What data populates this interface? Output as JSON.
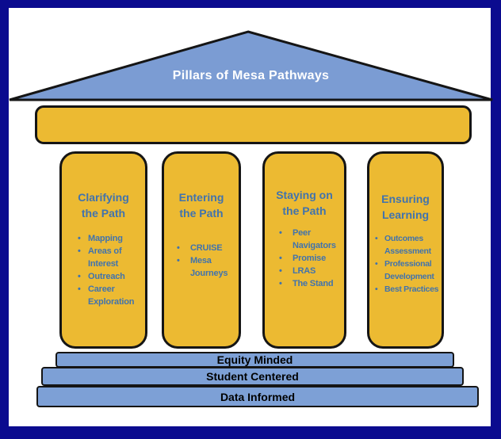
{
  "title": "Pillars of Mesa Pathways",
  "pillars": [
    {
      "title": "Clarifying the Path",
      "title_lines": [
        "Clarifying",
        "the Path"
      ],
      "items": [
        "Mapping",
        "Areas of Interest",
        "Outreach",
        "Career Exploration"
      ]
    },
    {
      "title": "Entering the Path",
      "title_lines": [
        "Entering",
        "the Path"
      ],
      "items": [
        "CRUISE",
        "Mesa Journeys"
      ]
    },
    {
      "title": "Staying on the Path",
      "title_lines": [
        "Staying on",
        "the Path"
      ],
      "items": [
        "Peer Navigators",
        "Promise",
        "LRAS",
        "The Stand"
      ]
    },
    {
      "title": "Ensuring Learning",
      "title_lines": [
        "Ensuring",
        "Learning"
      ],
      "items": [
        "Outcomes Assessment",
        "Professional Development",
        "Best Practices"
      ]
    }
  ],
  "foundation": [
    "Equity Minded",
    "Student Centered",
    "Data Informed"
  ],
  "colors": {
    "border_navy": "#0b0b8f",
    "panel_white": "#ffffff",
    "pediment_blue": "#7b9cd3",
    "gold": "#ecba32",
    "base_blue": "#7da0d6",
    "text_blue": "#4173ad",
    "outline": "#151515",
    "title_white": "#ffffff",
    "base_text": "#000000"
  }
}
